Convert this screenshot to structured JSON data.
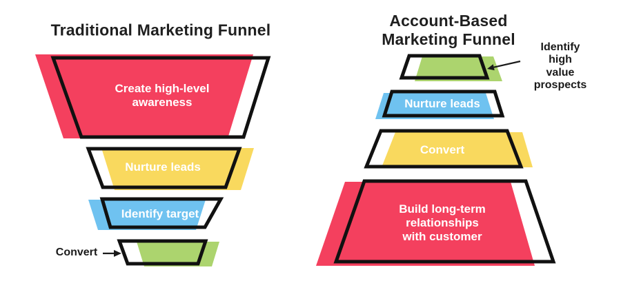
{
  "colors": {
    "red": "#F4405E",
    "yellow": "#F9D95E",
    "blue": "#6FC2F0",
    "green": "#ACD46E",
    "outline": "#111111",
    "title_text": "#1F1F1F",
    "stage_text": "#FFFFFF",
    "annotation_text": "#1A1A1A",
    "background": "#FFFFFF"
  },
  "left_funnel": {
    "title": "Traditional Marketing Funnel",
    "stages": [
      {
        "label": "Create high-level\nawareness",
        "color": "red"
      },
      {
        "label": "Nurture leads",
        "color": "yellow"
      },
      {
        "label": "Identify target",
        "color": "blue"
      },
      {
        "label": "",
        "color": "green"
      }
    ],
    "annotation": {
      "text": "Convert"
    }
  },
  "right_funnel": {
    "title": "Account-Based Marketing Funnel",
    "stages": [
      {
        "label": "",
        "color": "green"
      },
      {
        "label": "Nurture leads",
        "color": "blue"
      },
      {
        "label": "Convert",
        "color": "yellow"
      },
      {
        "label": "Build long-term\nrelationships\nwith customer",
        "color": "red"
      }
    ],
    "annotation": {
      "text": "Identify high\nvalue prospects"
    }
  }
}
